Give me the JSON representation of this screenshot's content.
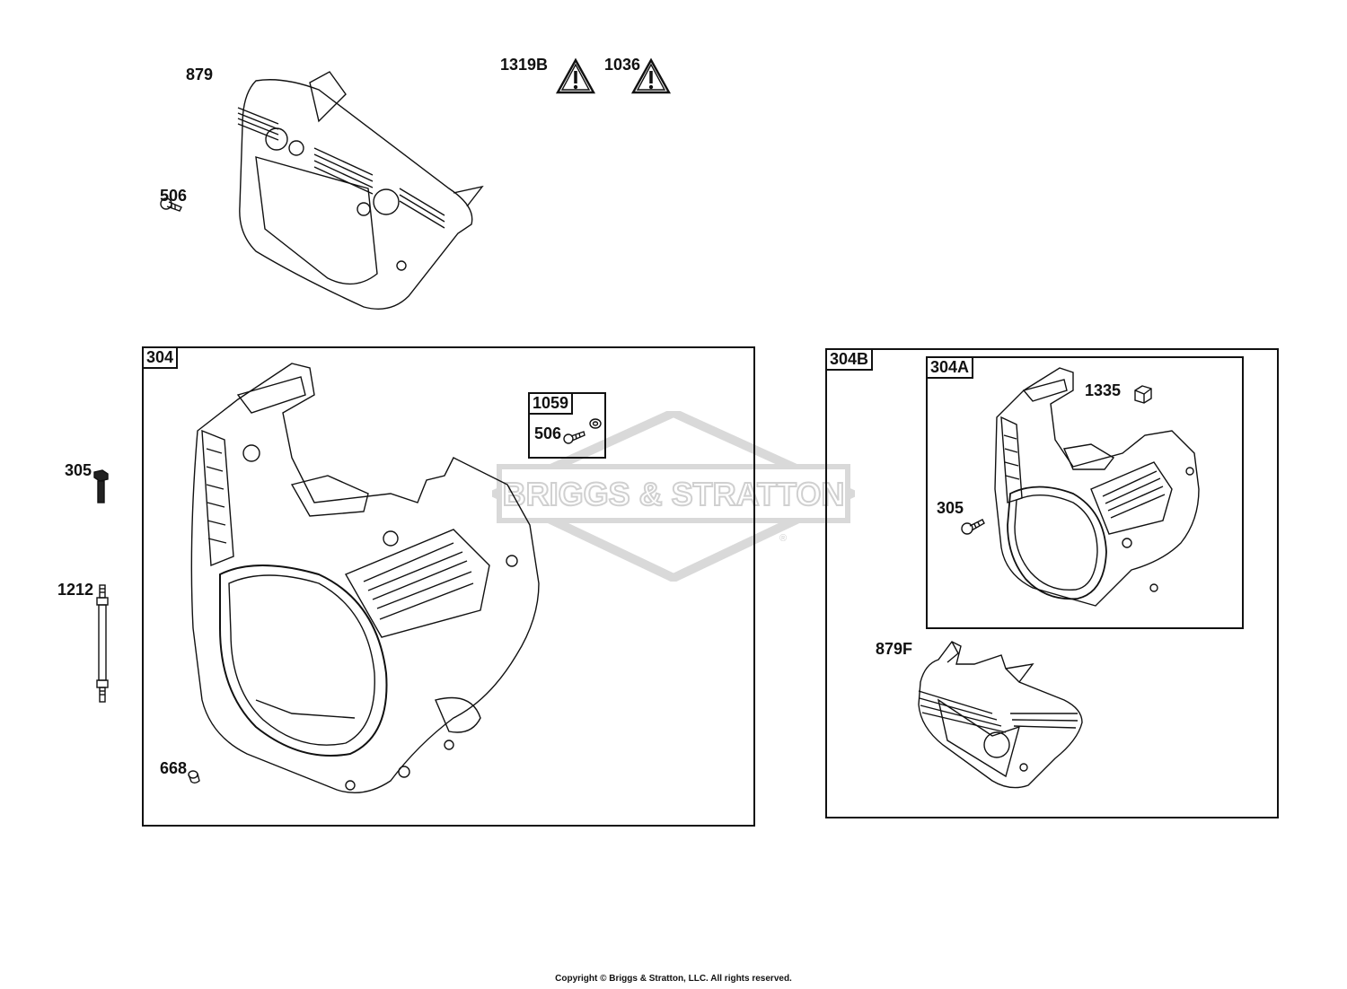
{
  "colors": {
    "line": "#111111",
    "watermark": "#d9d9d9",
    "background": "#ffffff"
  },
  "watermark": {
    "text": "BRIGGS & STRATTON",
    "registered": "®"
  },
  "callouts": {
    "p879": "879",
    "p506_top": "506",
    "p1319B": "1319B",
    "p1036": "1036",
    "p305_left": "305",
    "p1212": "1212",
    "p668": "668",
    "p1335": "1335",
    "p305_right": "305",
    "p879F": "879F"
  },
  "boxes": {
    "b304": {
      "label": "304"
    },
    "b1059": {
      "label": "1059",
      "inner_label": "506"
    },
    "b304B": {
      "label": "304B"
    },
    "b304A": {
      "label": "304A"
    }
  },
  "icons": {
    "warning": "warning-triangle-icon"
  },
  "footer": {
    "copyright": "Copyright © Briggs & Stratton, LLC. All rights reserved."
  }
}
